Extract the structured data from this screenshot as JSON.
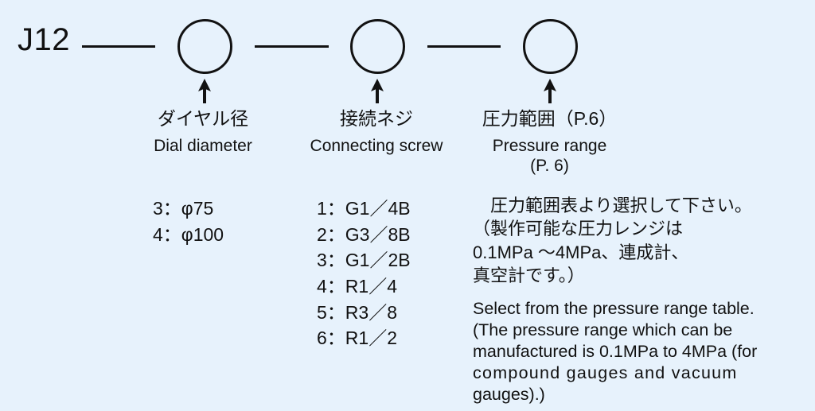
{
  "diagram": {
    "title": "J12 pressure gauge model code selection chart",
    "background_color": "#e7f2fc",
    "line_color": "#121212",
    "model_code": "J12",
    "connector_lines": 3,
    "selection_circles": 3,
    "arrow_icon": "up-arrow-icon"
  },
  "columns": [
    {
      "key": "dial_diameter",
      "jp_label": "ダイヤル径",
      "en_label": "Dial diameter",
      "en_sub": "",
      "options": [
        "3：φ75",
        "4：φ100"
      ]
    },
    {
      "key": "connecting_screw",
      "jp_label": "接続ネジ",
      "en_label": "Connecting screw",
      "en_sub": "",
      "options": [
        "1：G1／4B",
        "2：G3／8B",
        "3：G1／2B",
        "4：R1／4",
        "5：R3／8",
        "6：R1／2"
      ]
    },
    {
      "key": "pressure_range",
      "jp_label": "圧力範囲（P.6）",
      "en_label": "Pressure range",
      "en_sub": "(P. 6)",
      "options": []
    }
  ],
  "pressure_note": {
    "jp_lines": [
      "　圧力範囲表より選択して下さい。",
      "（製作可能な圧力レンジは",
      "0.1MPa 〜4MPa、連成計、",
      "真空計です。）"
    ],
    "en_lines": [
      "Select from the pressure range table.",
      "(The pressure range which can be",
      "manufactured is 0.1MPa to 4MPa (for",
      "compound gauges and vacuum",
      "gauges).)"
    ]
  }
}
